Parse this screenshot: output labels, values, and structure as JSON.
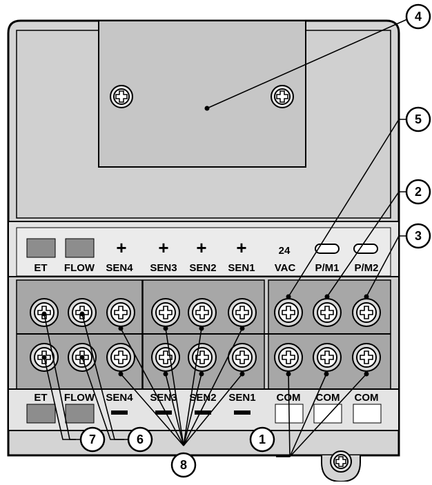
{
  "callouts": [
    "1",
    "2",
    "3",
    "4",
    "5",
    "6",
    "7",
    "8"
  ],
  "upper_strip": {
    "labels": [
      "ET",
      "FLOW",
      "SEN4",
      "SEN3",
      "SEN2",
      "SEN1",
      "P/M1",
      "P/M2"
    ],
    "plus_signs": [
      "+",
      "+",
      "+",
      "+"
    ],
    "vac": [
      "24",
      "VAC"
    ]
  },
  "lower_strip": {
    "labels": [
      "ET",
      "FLOW",
      "SEN4",
      "SEN3",
      "SEN2",
      "SEN1",
      "COM",
      "COM",
      "COM"
    ]
  },
  "colors": {
    "housing": "#d6d6d6",
    "cover": "#c8c8c8",
    "strip": "#e8e8e8",
    "terminal_block": "#a9a9a9",
    "indicator_gray": "#8c8c8c",
    "outline": "#000000"
  }
}
